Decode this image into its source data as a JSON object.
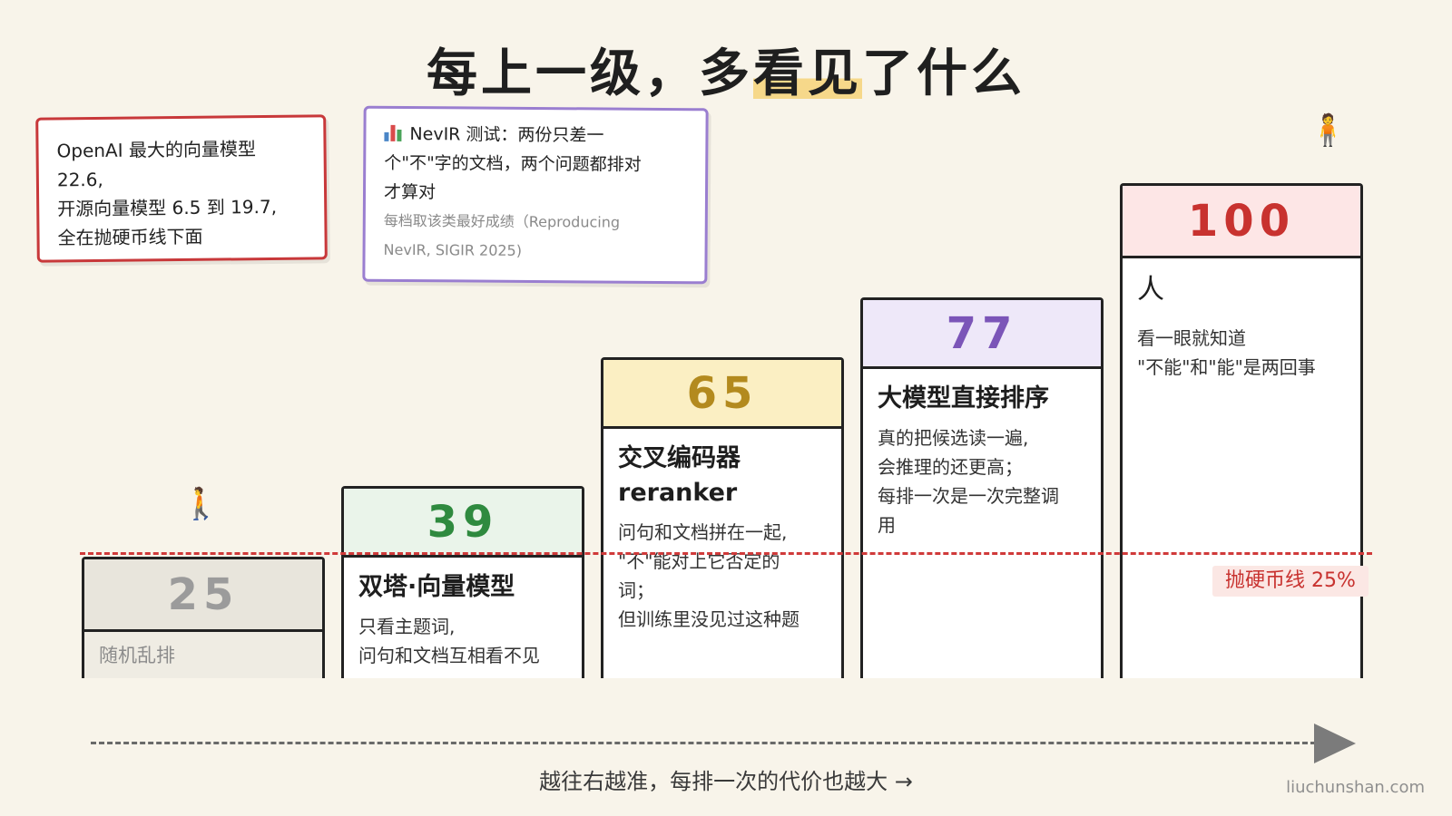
{
  "title": {
    "prefix": "每上一级，多",
    "highlight": "看见",
    "suffix": "了什么"
  },
  "notes": {
    "openai": {
      "text1": "OpenAI 最大的向量模型",
      "text2": "22.6,",
      "text3": "开源向量模型 6.5 到 19.7,",
      "text4": "全在抛硬币线下面"
    },
    "nevir": {
      "icon": "bar-chart-icon",
      "line1": "NevIR 测试：两份只差一",
      "line2": "个\"不\"字的文档，两个问题都排对",
      "line3": "才算对",
      "source1": "每档取该类最好成绩（Reproducing",
      "source2": "NevIR, SIGIR 2025)"
    }
  },
  "steps": [
    {
      "score": "25",
      "name": "",
      "desc1": "随机乱排",
      "desc2": "",
      "color": "#9b9b9b"
    },
    {
      "score": "39",
      "name": "双塔·向量模型",
      "desc1": "只看主题词,",
      "desc2": "问句和文档互相看不见",
      "color": "#2f8a3f"
    },
    {
      "score": "65",
      "name": "交叉编码器",
      "name2": "reranker",
      "desc1": "问句和文档拼在一起,",
      "desc2": "\"不\"能对上它否定的",
      "desc3": "词；",
      "desc4": "但训练里没见过这种题",
      "color": "#b38a1e"
    },
    {
      "score": "77",
      "name": "大模型直接排序",
      "desc1": "真的把候选读一遍,",
      "desc2": "会推理的还更高；",
      "desc3": "每排一次是一次完整调",
      "desc4": "用",
      "color": "#7b55b8"
    },
    {
      "score": "100",
      "name": "人",
      "desc1": "看一眼就知道",
      "desc2": "\"不能\"和\"能\"是两回事",
      "color": "#c8322f"
    }
  ],
  "threshold": {
    "label": "抛硬币线 25%",
    "value": 25
  },
  "axis": {
    "label": "越往右越准，每排一次的代价也越大 →"
  },
  "site": "liuchunshan.com",
  "people": {
    "walker": "🚶",
    "stander": "🧍"
  }
}
